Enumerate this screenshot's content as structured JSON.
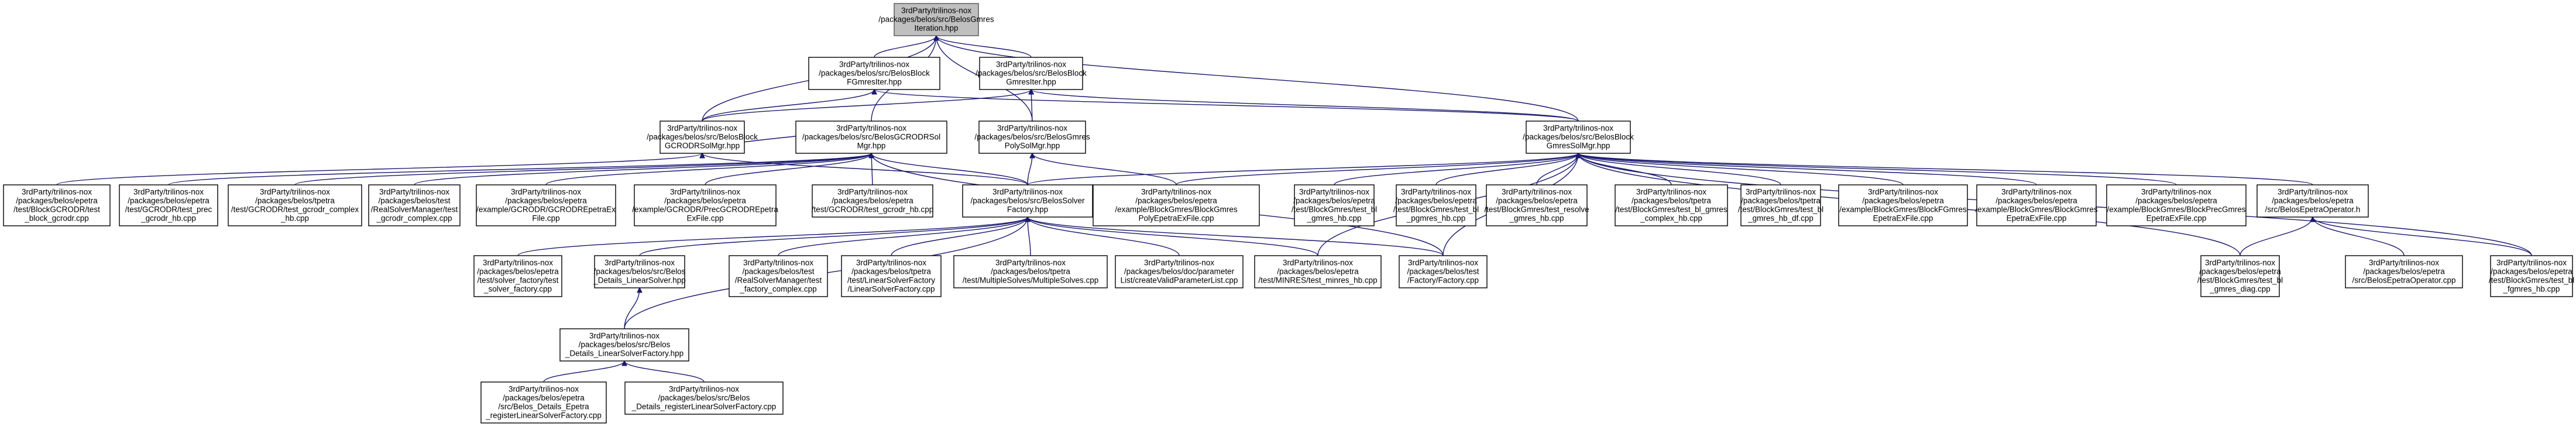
{
  "diagram": {
    "title": "",
    "nodes": [
      {
        "id": "root",
        "lines": [
          "3rdParty/trilinos-nox",
          "/packages/belos/src/BelosGmres",
          "Iteration.hpp"
        ],
        "root": true
      },
      {
        "id": "fgmres",
        "lines": [
          "3rdParty/trilinos-nox",
          "/packages/belos/src/BelosBlock",
          "FGmresIter.hpp"
        ]
      },
      {
        "id": "blockgmres",
        "lines": [
          "3rdParty/trilinos-nox",
          "/packages/belos/src/BelosBlock",
          "GmresIter.hpp"
        ]
      },
      {
        "id": "gcrodrsolmgr",
        "lines": [
          "3rdParty/trilinos-nox",
          "/packages/belos/src/BelosGCRODRSol",
          "Mgr.hpp"
        ]
      },
      {
        "id": "polysolmgr",
        "lines": [
          "3rdParty/trilinos-nox",
          "/packages/belos/src/BelosGmres",
          "PolySolMgr.hpp"
        ]
      },
      {
        "id": "blockgcrodr",
        "lines": [
          "3rdParty/trilinos-nox",
          "/packages/belos/src/BelosBlock",
          "GCRODRSolMgr.hpp"
        ]
      },
      {
        "id": "blockgmressolmgr",
        "lines": [
          "3rdParty/trilinos-nox",
          "/packages/belos/src/BelosBlock",
          "GmresSolMgr.hpp"
        ]
      },
      {
        "id": "t1",
        "lines": [
          "3rdParty/trilinos-nox",
          "/packages/belos/epetra",
          "/test/BlockGCRODR/test",
          "_block_gcrodr.cpp"
        ]
      },
      {
        "id": "t2",
        "lines": [
          "3rdParty/trilinos-nox",
          "/packages/belos/epetra",
          "/test/GCRODR/test_prec",
          "_gcrodr_hb.cpp"
        ]
      },
      {
        "id": "t3",
        "lines": [
          "3rdParty/trilinos-nox",
          "/packages/belos/tpetra",
          "/test/GCRODR/test_gcrodr_complex",
          "_hb.cpp"
        ]
      },
      {
        "id": "t4",
        "lines": [
          "3rdParty/trilinos-nox",
          "/packages/belos/test",
          "/RealSolverManager/test",
          "_gcrodr_complex.cpp"
        ]
      },
      {
        "id": "t5",
        "lines": [
          "3rdParty/trilinos-nox",
          "/packages/belos/epetra",
          "/example/GCRODR/GCRODREpetraEx",
          "File.cpp"
        ]
      },
      {
        "id": "t6",
        "lines": [
          "3rdParty/trilinos-nox",
          "/packages/belos/epetra",
          "/example/GCRODR/PrecGCRODREpetra",
          "ExFile.cpp"
        ]
      },
      {
        "id": "t7",
        "lines": [
          "3rdParty/trilinos-nox",
          "/packages/belos/epetra",
          "/test/GCRODR/test_gcrodr_hb.cpp"
        ]
      },
      {
        "id": "solverfactory",
        "lines": [
          "3rdParty/trilinos-nox",
          "/packages/belos/src/BelosSolver",
          "Factory.hpp"
        ]
      },
      {
        "id": "t8",
        "lines": [
          "3rdParty/trilinos-nox",
          "/packages/belos/epetra",
          "/example/BlockGmres/BlockGmres",
          "PolyEpetraExFile.cpp"
        ]
      },
      {
        "id": "t9",
        "lines": [
          "3rdParty/trilinos-nox",
          "/packages/belos/epetra",
          "/test/BlockGmres/test_bl",
          "_gmres_hb.cpp"
        ]
      },
      {
        "id": "t10",
        "lines": [
          "3rdParty/trilinos-nox",
          "/packages/belos/epetra",
          "/test/BlockGmres/test_bl",
          "_pgmres_hb.cpp"
        ]
      },
      {
        "id": "t11",
        "lines": [
          "3rdParty/trilinos-nox",
          "/packages/belos/epetra",
          "/test/BlockGmres/test_resolve",
          "_gmres_hb.cpp"
        ]
      },
      {
        "id": "t12",
        "lines": [
          "3rdParty/trilinos-nox",
          "/packages/belos/tpetra",
          "/test/BlockGmres/test_bl_gmres",
          "_complex_hb.cpp"
        ]
      },
      {
        "id": "t13",
        "lines": [
          "3rdParty/trilinos-nox",
          "/packages/belos/tpetra",
          "/test/BlockGmres/test_bl",
          "_gmres_hb_df.cpp"
        ]
      },
      {
        "id": "t14",
        "lines": [
          "3rdParty/trilinos-nox",
          "/packages/belos/epetra",
          "/example/BlockGmres/BlockFGmres",
          "EpetraExFile.cpp"
        ]
      },
      {
        "id": "t15",
        "lines": [
          "3rdParty/trilinos-nox",
          "/packages/belos/epetra",
          "/example/BlockGmres/BlockGmres",
          "EpetraExFile.cpp"
        ]
      },
      {
        "id": "t16",
        "lines": [
          "3rdParty/trilinos-nox",
          "/packages/belos/epetra",
          "/example/BlockGmres/BlockPrecGmres",
          "EpetraExFile.cpp"
        ]
      },
      {
        "id": "epetraop",
        "lines": [
          "3rdParty/trilinos-nox",
          "/packages/belos/epetra",
          "/src/BelosEpetraOperator.h"
        ]
      },
      {
        "id": "t17",
        "lines": [
          "3rdParty/trilinos-nox",
          "/packages/belos/epetra",
          "/test/solver_factory/test",
          "_solver_factory.cpp"
        ]
      },
      {
        "id": "details",
        "lines": [
          "3rdParty/trilinos-nox",
          "/packages/belos/src/Belos",
          "_Details_LinearSolver.hpp"
        ]
      },
      {
        "id": "t18",
        "lines": [
          "3rdParty/trilinos-nox",
          "/packages/belos/test",
          "/RealSolverManager/test",
          "_factory_complex.cpp"
        ]
      },
      {
        "id": "t19",
        "lines": [
          "3rdParty/trilinos-nox",
          "/packages/belos/tpetra",
          "/test/LinearSolverFactory",
          "/LinearSolverFactory.cpp"
        ]
      },
      {
        "id": "t20",
        "lines": [
          "3rdParty/trilinos-nox",
          "/packages/belos/tpetra",
          "/test/MultipleSolves/MultipleSolves.cpp"
        ]
      },
      {
        "id": "t21",
        "lines": [
          "3rdParty/trilinos-nox",
          "/packages/belos/doc/parameter",
          "List/createValidParameterList.cpp"
        ]
      },
      {
        "id": "t22",
        "lines": [
          "3rdParty/trilinos-nox",
          "/packages/belos/epetra",
          "/test/MINRES/test_minres_hb.cpp"
        ]
      },
      {
        "id": "t23",
        "lines": [
          "3rdParty/trilinos-nox",
          "/packages/belos/test",
          "/Factory/Factory.cpp"
        ]
      },
      {
        "id": "t24",
        "lines": [
          "3rdParty/trilinos-nox",
          "/packages/belos/epetra",
          "/test/BlockGmres/test_bl",
          "_gmres_diag.cpp"
        ]
      },
      {
        "id": "t25",
        "lines": [
          "3rdParty/trilinos-nox",
          "/packages/belos/epetra",
          "/src/BelosEpetraOperator.cpp"
        ]
      },
      {
        "id": "t26",
        "lines": [
          "3rdParty/trilinos-nox",
          "/packages/belos/epetra",
          "/test/BlockGmres/test_bl",
          "_fgmres_hb.cpp"
        ]
      },
      {
        "id": "lsfactory",
        "lines": [
          "3rdParty/trilinos-nox",
          "/packages/belos/src/Belos",
          "_Details_LinearSolverFactory.hpp"
        ]
      },
      {
        "id": "t27",
        "lines": [
          "3rdParty/trilinos-nox",
          "/packages/belos/epetra",
          "/src/Belos_Details_Epetra",
          "_registerLinearSolverFactory.cpp"
        ]
      },
      {
        "id": "t28",
        "lines": [
          "3rdParty/trilinos-nox",
          "/packages/belos/src/Belos",
          "_Details_registerLinearSolverFactory.cpp"
        ]
      }
    ]
  }
}
